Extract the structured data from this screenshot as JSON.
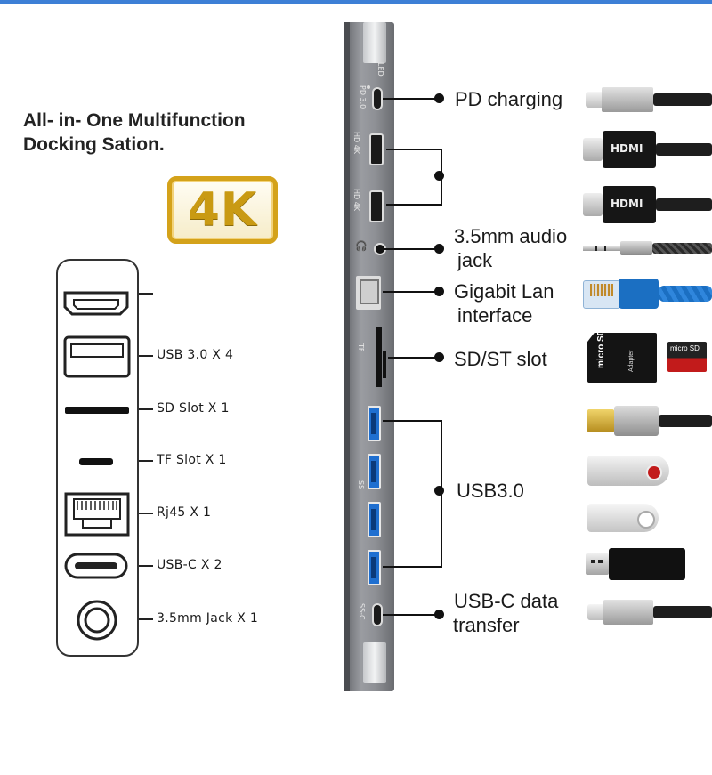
{
  "title": {
    "line1": "All- in- One Multifunction",
    "line2": "Docking Sation."
  },
  "badge": {
    "text": "4K"
  },
  "panel_ports": [
    {
      "label": ""
    },
    {
      "label": "USB 3.0 X 4"
    },
    {
      "label": "SD Slot X 1"
    },
    {
      "label": "TF Slot X 1"
    },
    {
      "label": "Rj45 X 1"
    },
    {
      "label": "USB-C X 2"
    },
    {
      "label": "3.5mm Jack X 1"
    }
  ],
  "dock_labels": {
    "led": "LED",
    "pd": "PD 3.0",
    "hdmi1": "HD 4K",
    "hdmi2": "HD 4K",
    "tf": "TF",
    "ss": "SS",
    "ssc": "SS-C"
  },
  "callouts": {
    "pd": "PD charging",
    "hdmi": "",
    "audio_line1": "3.5mm audio",
    "audio_line2": "jack",
    "lan_line1": "Gigabit Lan",
    "lan_line2": "interface",
    "sd": "SD/ST slot",
    "usb": "USB3.0",
    "usbc_line1": "USB-C data",
    "usbc_line2": "transfer"
  },
  "accessories": {
    "hdmi_text": "HDMI",
    "sd_text_1": "micro SD",
    "sd_text_2": "Adapter",
    "microsd_text": "micro SD"
  },
  "colors": {
    "accent_blue": "#3d7fd6",
    "badge_gold": "#d4a21a",
    "usb_blue": "#1f6fd0",
    "lan_blue": "#1b6fc2"
  }
}
